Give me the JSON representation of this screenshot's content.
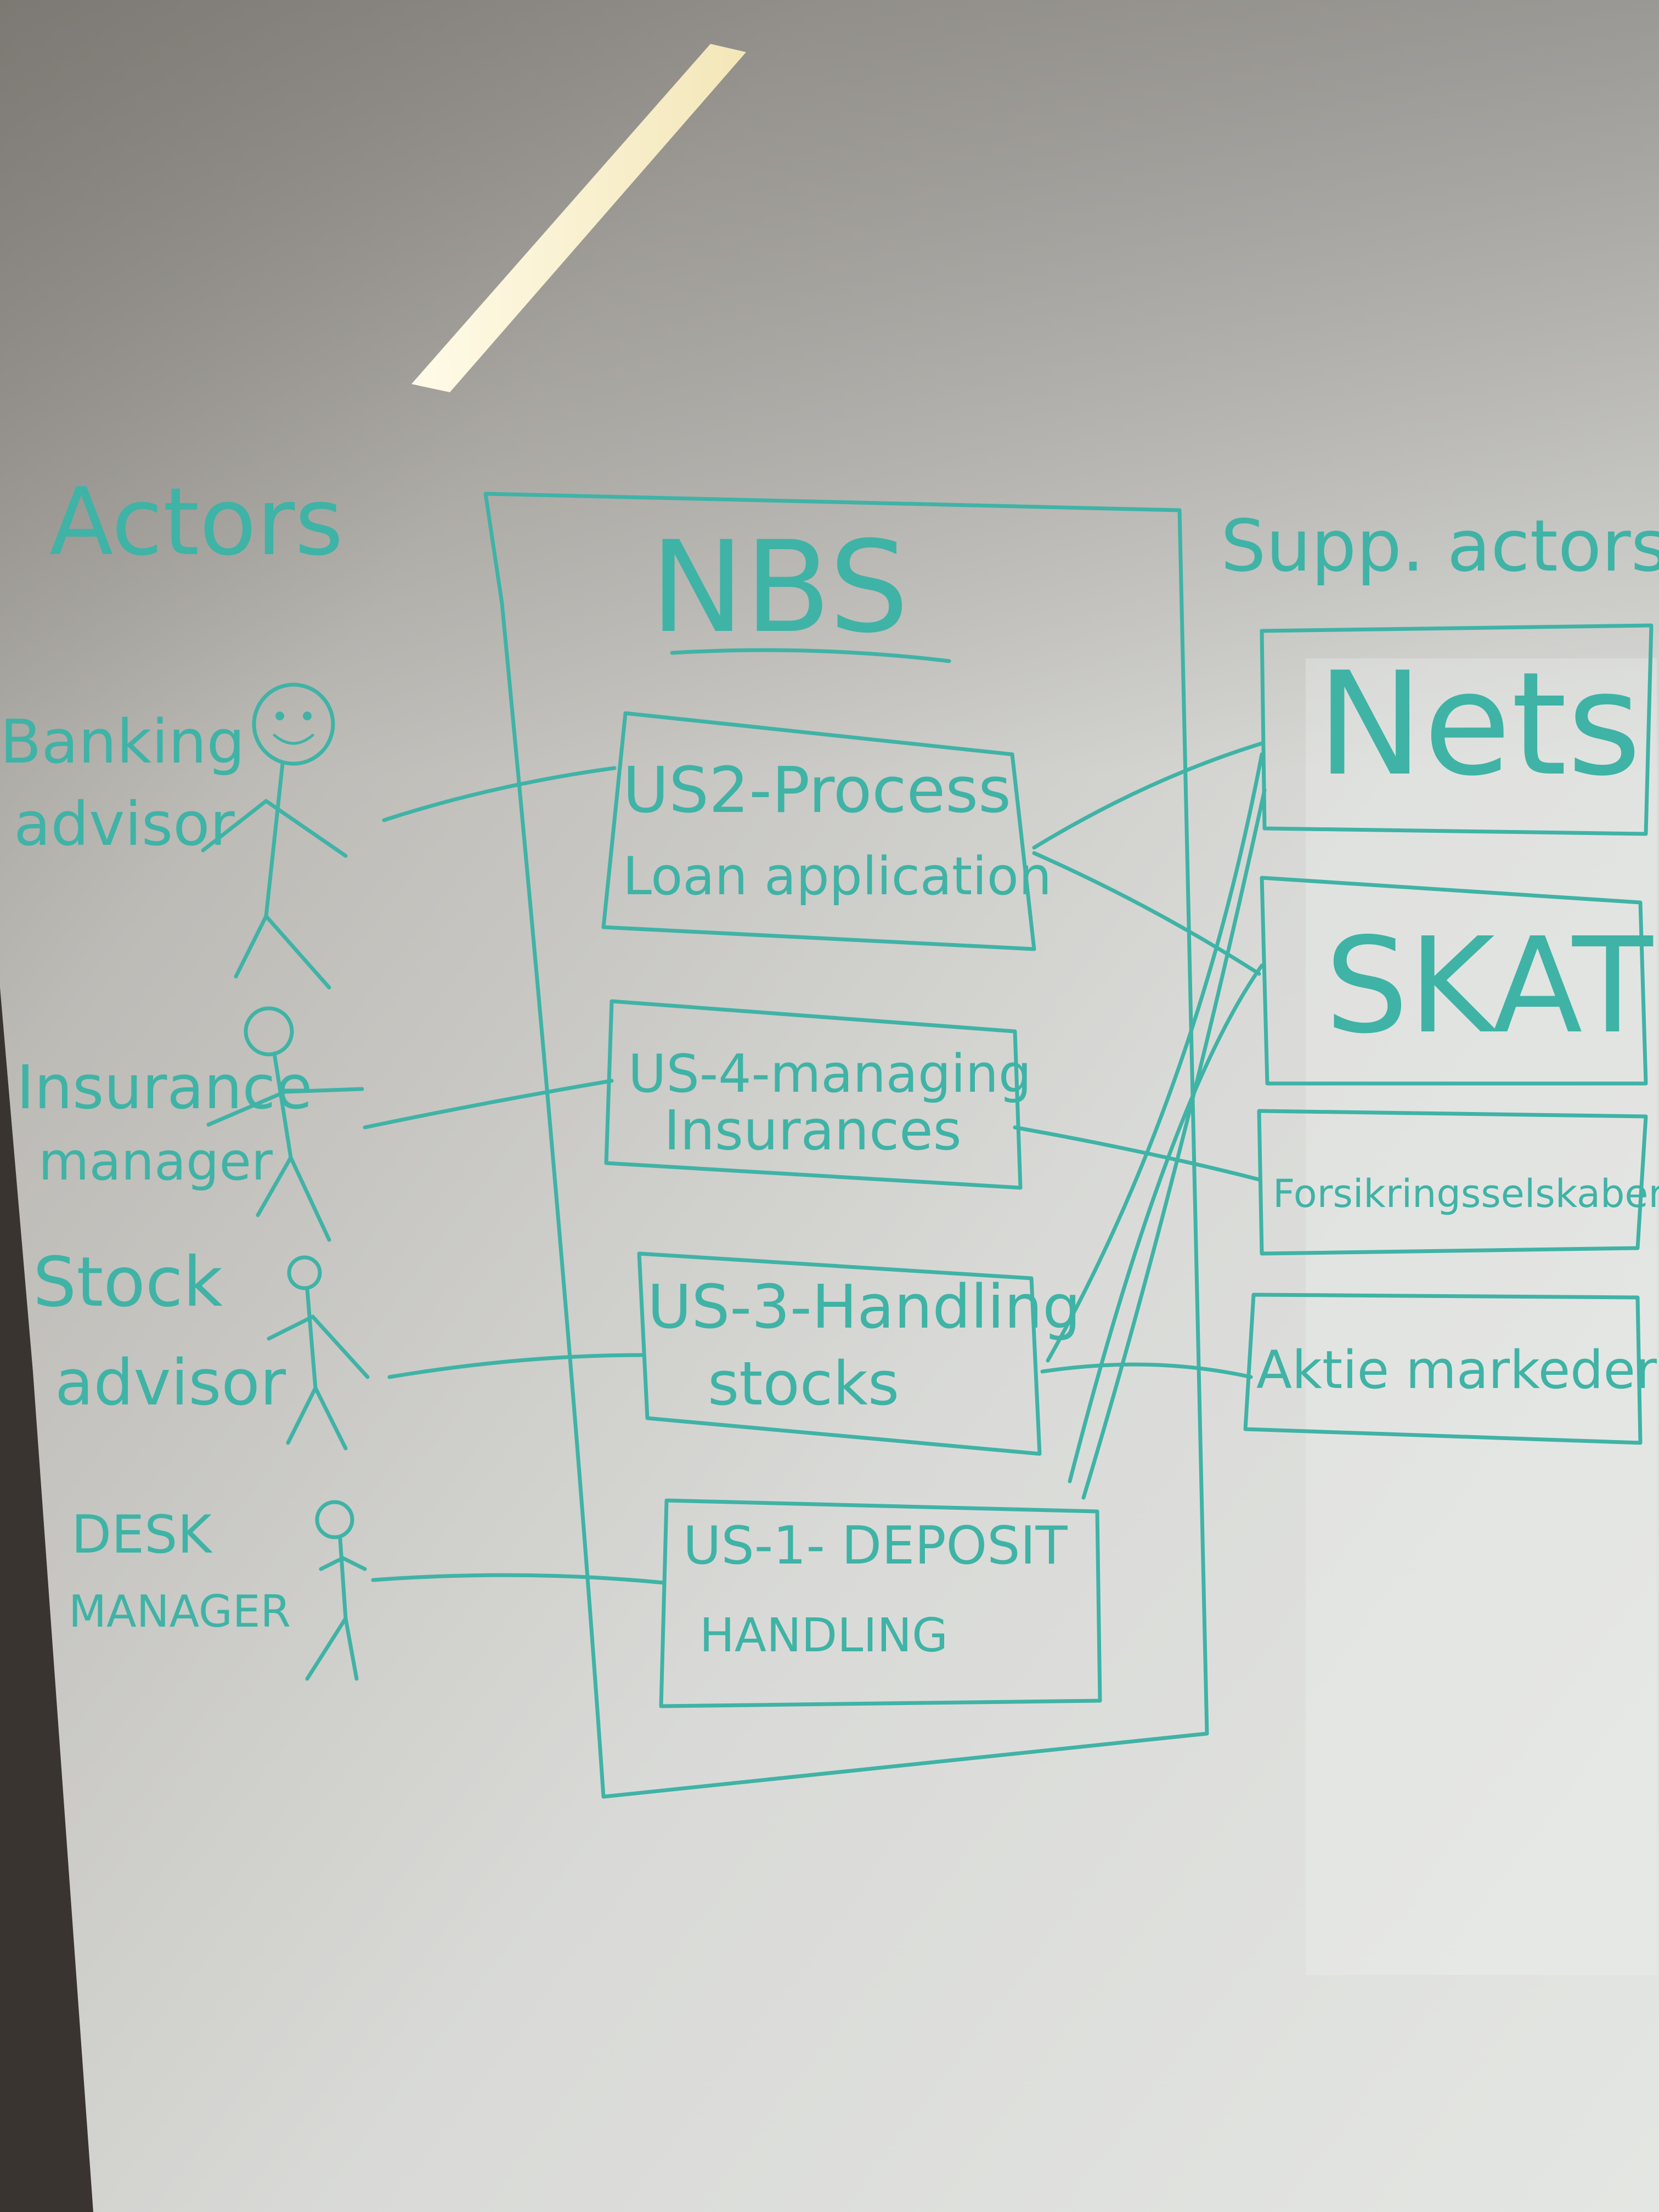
{
  "diagram": {
    "ink_color": "#3fb3a6",
    "actors_heading": "Actors",
    "system_name": "NBS",
    "supporting_heading": "Supp. actors",
    "actors": [
      {
        "line1": "Banking",
        "line2": "advisor"
      },
      {
        "line1": "Insurance",
        "line2": "manager"
      },
      {
        "line1": "Stock",
        "line2": "advisor"
      },
      {
        "line1": "DESK",
        "line2": "MANAGER"
      }
    ],
    "use_cases": [
      {
        "line1": "US2-Process",
        "line2": "Loan application"
      },
      {
        "line1": "US-4-managing",
        "line2": "Insurances"
      },
      {
        "line1": "US-3-Handling",
        "line2": "stocks"
      },
      {
        "line1": "US-1- DEPOSIT",
        "line2": "HANDLING"
      }
    ],
    "supporting_actors": [
      {
        "label": "Nets"
      },
      {
        "label": "SKAT"
      },
      {
        "label": "Forsikringsselskaber"
      },
      {
        "label": "Aktie markeder"
      }
    ]
  }
}
